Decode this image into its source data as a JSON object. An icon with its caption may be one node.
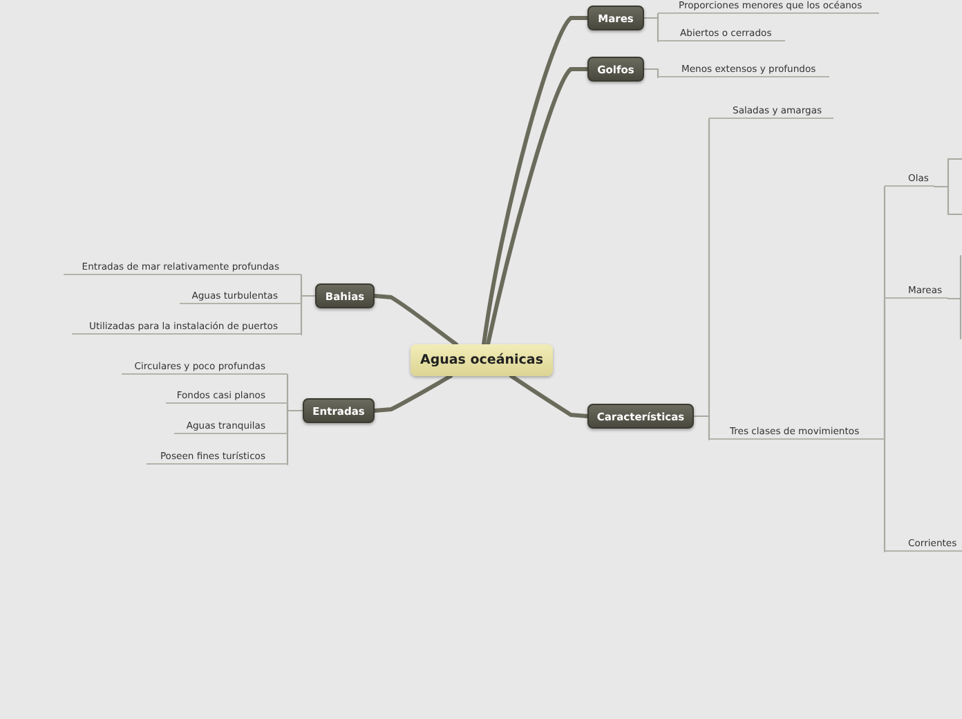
{
  "diagram": {
    "nodes": [
      {
        "text": [
          "Aguas oceánicas"
        ]
      },
      {
        "text": [
          "Mares"
        ]
      },
      {
        "text": [
          "Proporciones menores que los océanos"
        ]
      },
      {
        "text": [
          "Abiertos o cerrados"
        ]
      },
      {
        "text": [
          "Golfos"
        ]
      },
      {
        "text": [
          "Menos extensos y profundos"
        ]
      },
      {
        "text": [
          "Bahias"
        ]
      },
      {
        "text": [
          "Entradas de mar relativamente profundas"
        ]
      },
      {
        "text": [
          "Aguas turbulentas"
        ]
      },
      {
        "text": [
          "Utilizadas para la instalación de puertos"
        ]
      },
      {
        "text": [
          "Entradas"
        ]
      },
      {
        "text": [
          "Circulares y poco profundas"
        ]
      },
      {
        "text": [
          "Fondos casi planos"
        ]
      },
      {
        "text": [
          "Aguas tranquilas"
        ]
      },
      {
        "text": [
          "Poseen fines turísticos"
        ]
      },
      {
        "text": [
          "Características"
        ]
      },
      {
        "text": [
          "Saladas y amargas"
        ]
      },
      {
        "text": [
          "Tres clases de movimientos"
        ]
      },
      {
        "text": [
          "Olas"
        ]
      },
      {
        "text": [
          "Mareas"
        ]
      },
      {
        "text": [
          "Corrientes"
        ]
      }
    ],
    "edges": [
      {
        "from": 0,
        "to": 1,
        "arrow": "none",
        "style": "thick",
        "color": "#6b6b5c"
      },
      {
        "from": 1,
        "to": 2,
        "arrow": "none"
      },
      {
        "from": 1,
        "to": 3,
        "arrow": "none"
      },
      {
        "from": 0,
        "to": 4,
        "arrow": "none",
        "style": "thick",
        "color": "#6b6b5c"
      },
      {
        "from": 4,
        "to": 5,
        "arrow": "none"
      },
      {
        "from": 0,
        "to": 6,
        "arrow": "none",
        "style": "thick",
        "color": "#6b6b5c"
      },
      {
        "from": 6,
        "to": 7,
        "arrow": "none"
      },
      {
        "from": 6,
        "to": 8,
        "arrow": "none"
      },
      {
        "from": 6,
        "to": 9,
        "arrow": "none"
      },
      {
        "from": 0,
        "to": 10,
        "arrow": "none",
        "style": "thick",
        "color": "#6b6b5c"
      },
      {
        "from": 10,
        "to": 11,
        "arrow": "none"
      },
      {
        "from": 10,
        "to": 12,
        "arrow": "none"
      },
      {
        "from": 10,
        "to": 13,
        "arrow": "none"
      },
      {
        "from": 10,
        "to": 14,
        "arrow": "none"
      },
      {
        "from": 0,
        "to": 15,
        "arrow": "none",
        "style": "thick",
        "color": "#6b6b5c"
      },
      {
        "from": 15,
        "to": 16,
        "arrow": "none"
      },
      {
        "from": 15,
        "to": 17,
        "arrow": "none"
      },
      {
        "from": 17,
        "to": 18,
        "arrow": "none"
      },
      {
        "from": 17,
        "to": 19,
        "arrow": "none"
      },
      {
        "from": 17,
        "to": 20,
        "arrow": "none"
      },
      {
        "from": 18,
        "to": null,
        "arrow": "none"
      },
      {
        "from": 18,
        "to": null,
        "arrow": "none"
      },
      {
        "from": 19,
        "to": null,
        "arrow": "none"
      },
      {
        "from": 19,
        "to": null,
        "arrow": "none"
      }
    ]
  }
}
